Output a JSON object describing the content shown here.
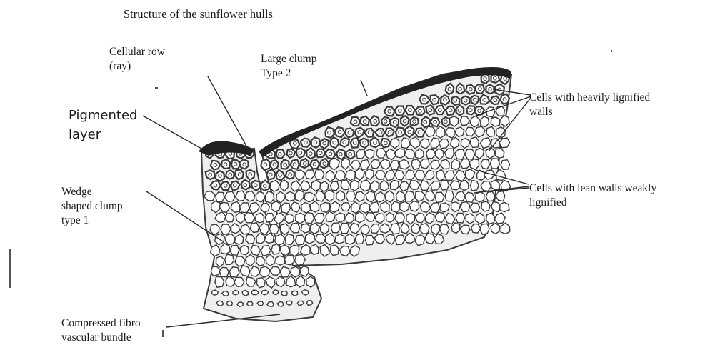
{
  "title": "Structure of the sunflower hulls",
  "labels": {
    "cellular_row": [
      "Cellular row",
      "(ray)"
    ],
    "large_clump": [
      "Large clump",
      "Type 2"
    ],
    "pigmented_layer": [
      "Pigmented",
      "layer"
    ],
    "heavily_lignified": [
      "Cells with heavily lignified",
      "walls"
    ],
    "lean_walls": [
      "Cells with lean walls weakly",
      "lignified"
    ],
    "wedge_clump": [
      "Wedge",
      "shaped clump",
      "type 1"
    ],
    "fibro_bundle": [
      "Compressed fibro",
      "vascular bundle"
    ]
  },
  "colors": {
    "ink": "#1a1a1a",
    "cell_wall": "#3a3a3a",
    "cell_fill": "#ffffff",
    "pigment": "#222222"
  }
}
